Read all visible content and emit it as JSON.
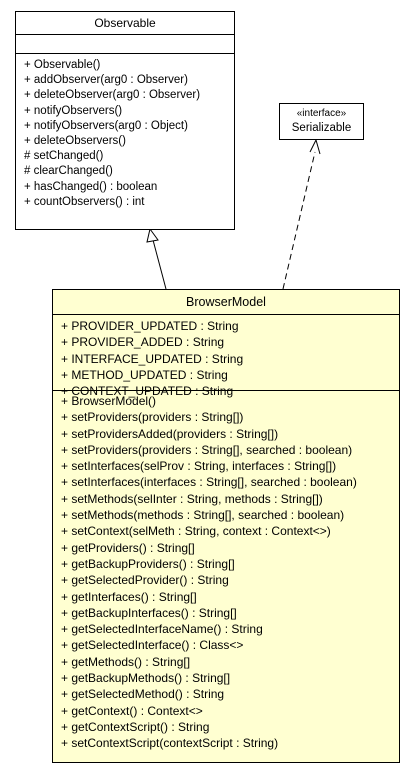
{
  "observable": {
    "name": "Observable",
    "operations": [
      "+ Observable()",
      "+ addObserver(arg0 : Observer)",
      "+ deleteObserver(arg0 : Observer)",
      "+ notifyObservers()",
      "+ notifyObservers(arg0 : Object)",
      "+ deleteObservers()",
      "# setChanged()",
      "# clearChanged()",
      "+ hasChanged() : boolean",
      "+ countObservers() : int"
    ]
  },
  "serializable": {
    "stereotype": "«interface»",
    "name": "Serializable"
  },
  "browsermodel": {
    "name": "BrowserModel",
    "attributes": [
      "+ PROVIDER_UPDATED : String",
      "+ PROVIDER_ADDED : String",
      "+ INTERFACE_UPDATED : String",
      "+ METHOD_UPDATED : String",
      "+ CONTEXT_UPDATED : String"
    ],
    "operations": [
      "+ BrowserModel()",
      "+ setProviders(providers : String[])",
      "+ setProvidersAdded(providers : String[])",
      "+ setProviders(providers : String[], searched : boolean)",
      "+ setInterfaces(selProv : String, interfaces : String[])",
      "+ setInterfaces(interfaces : String[], searched : boolean)",
      "+ setMethods(selInter : String, methods : String[])",
      "+ setMethods(methods : String[], searched : boolean)",
      "+ setContext(selMeth : String, context : Context<>)",
      "+ getProviders() : String[]",
      "+ getBackupProviders() : String[]",
      "+ getSelectedProvider() : String",
      "+ getInterfaces() : String[]",
      "+ getBackupInterfaces() : String[]",
      "+ getSelectedInterfaceName() : String",
      "+ getSelectedInterface() : Class<>",
      "+ getMethods() : String[]",
      "+ getBackupMethods() : String[]",
      "+ getSelectedMethod() : String",
      "+ getContext() : Context<>",
      "+ getContextScript() : String",
      "+ setContextScript(contextScript : String)"
    ]
  },
  "colors": {
    "browsermodel_fill": "#ffffd1",
    "line": "#000000"
  }
}
